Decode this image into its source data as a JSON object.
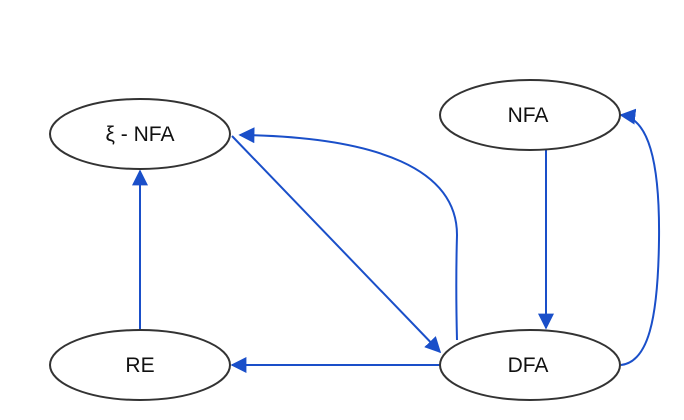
{
  "nodes": {
    "enfa": {
      "label": "ξ - NFA"
    },
    "nfa": {
      "label": "NFA"
    },
    "re": {
      "label": "RE"
    },
    "dfa": {
      "label": "DFA"
    }
  },
  "edges": [
    {
      "from": "ξ - NFA",
      "to": "DFA"
    },
    {
      "from": "DFA",
      "to": "ξ - NFA"
    },
    {
      "from": "RE",
      "to": "ξ - NFA"
    },
    {
      "from": "DFA",
      "to": "RE"
    },
    {
      "from": "NFA",
      "to": "DFA"
    },
    {
      "from": "DFA",
      "to": "NFA"
    }
  ],
  "colors": {
    "edge": "#1a4fc9",
    "node_stroke": "#333333",
    "node_fill": "#ffffff",
    "text": "#111111"
  }
}
